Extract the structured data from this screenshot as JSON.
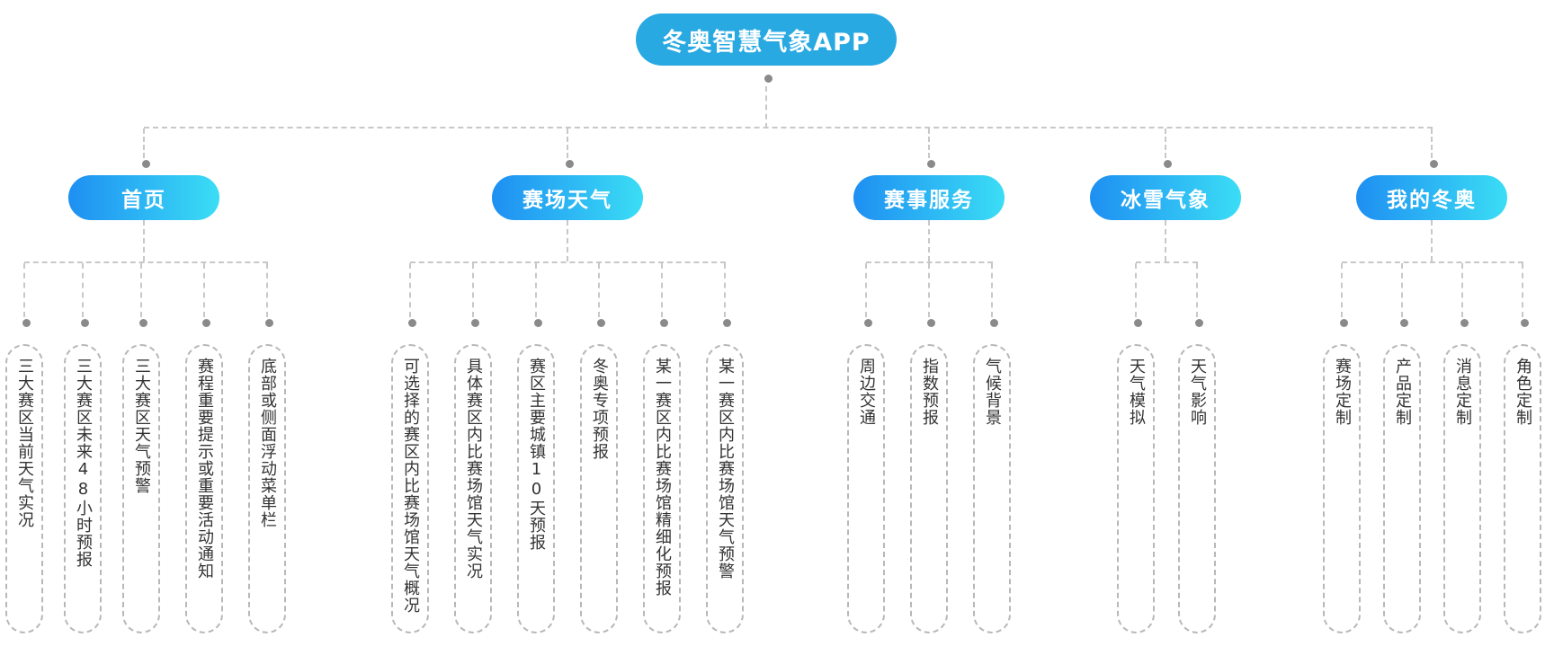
{
  "colors": {
    "root_fill": "#29A9E2",
    "branch_gradient_start": "#1E8FF2",
    "branch_gradient_end": "#3BDDF5",
    "connector_line": "#C8C8C8",
    "connector_dot": "#8A8A8A",
    "leaf_border": "#B8B8B8",
    "leaf_text": "#333333",
    "node_text": "#FFFFFF"
  },
  "tree": {
    "root": {
      "label": "冬奥智慧气象APP"
    },
    "groups": [
      {
        "label": "首页",
        "children": [
          "三大赛区当前天气实况",
          "三大赛区未来48小时预报",
          "三大赛区天气预警",
          "赛程重要提示或重要活动通知",
          "底部或侧面浮动菜单栏"
        ]
      },
      {
        "label": "赛场天气",
        "children": [
          "可选择的赛区内比赛场馆天气概况",
          "具体赛区内比赛场馆天气实况",
          "赛区主要城镇10天预报",
          "冬奥专项预报",
          "某一赛区内比赛场馆精细化预报",
          "某一赛区内比赛场馆天气预警"
        ]
      },
      {
        "label": "赛事服务",
        "children": [
          "周边交通",
          "指数预报",
          "气候背景"
        ]
      },
      {
        "label": "冰雪气象",
        "children": [
          "天气模拟",
          "天气影响"
        ]
      },
      {
        "label": "我的冬奥",
        "children": [
          "赛场定制",
          "产品定制",
          "消息定制",
          "角色定制"
        ]
      }
    ]
  }
}
